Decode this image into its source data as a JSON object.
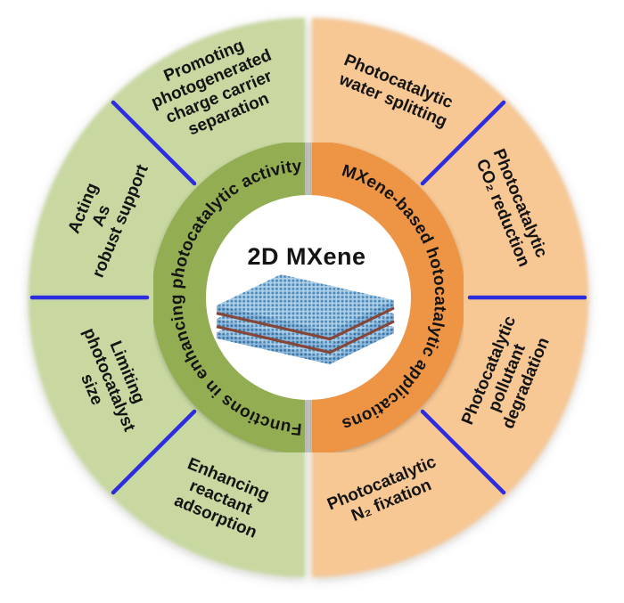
{
  "diagram": {
    "title": "2D MXene photocatalysis functions and applications wheel",
    "center": {
      "title": "2D MXene",
      "illustration_icon": "mxene-layered-lattice-icon"
    },
    "left": {
      "ring_label": "Functions in enhancing photocatalytic activity",
      "ring_color": "#93ad52",
      "area_color": "#c8d8a0",
      "segments": [
        {
          "lines": [
            "Promoting",
            "photogenerated",
            "charge carrier",
            "separation"
          ]
        },
        {
          "lines": [
            "Acting",
            "As",
            "robust support"
          ]
        },
        {
          "lines": [
            "Limiting",
            "photocatalyst",
            "size"
          ]
        },
        {
          "lines": [
            "Enhancing",
            "reactant",
            "adsorption"
          ]
        }
      ]
    },
    "right": {
      "ring_label": "MXene-based hotocatalytic applications",
      "ring_color": "#ee9444",
      "area_color": "#f7c794",
      "segments": [
        {
          "lines": [
            "Photocatalytic",
            "water splitting"
          ]
        },
        {
          "lines": [
            "Photocatalytic",
            "CO₂ reduction"
          ]
        },
        {
          "lines": [
            "Photocatalytic",
            "pollutant",
            "degradation"
          ]
        },
        {
          "lines": [
            "Photocatalytic",
            "N₂ fixation"
          ]
        }
      ]
    },
    "divider_color": "#2d2de0",
    "text_color": "#141414",
    "seam_color": "#c2c4c0"
  }
}
